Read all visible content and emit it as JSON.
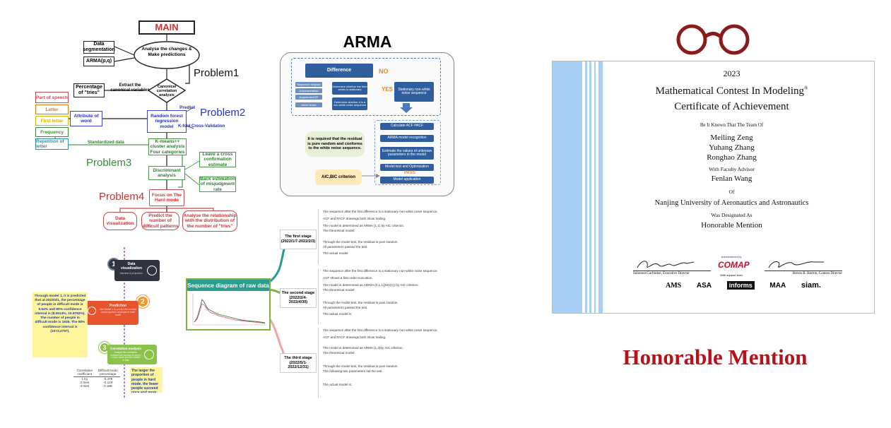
{
  "flowchart": {
    "main": "MAIN",
    "data_segmentation": "Data segmentation",
    "arma_pq": "ARMA(p,q)",
    "analyse_changes": "Analyse the changes & Make predictions",
    "problem1": "Problem1",
    "percentage_tries": "Percentage of \"tries\"",
    "extract_vars": "Extract the canonical variables",
    "canonical_analysis": "Canonical correlation analysis",
    "attributes": [
      "Part of speech",
      "Letter",
      "First letter",
      "Frequency",
      "Repetition of letter"
    ],
    "attribute_of_word": "Attribute of word",
    "random_forest": "Random forest regression model",
    "predict": "Predict",
    "kfold": "K-fold Cross-Validation",
    "problem2": "Problem2",
    "standardized": "Standardized data",
    "kmeans": "K-means++ cluster analysis Four categories",
    "problem3": "Problem3",
    "leave_one": "Leave a cross confirmation estimate",
    "discriminant": "Discriminant analysis",
    "back_estimation": "Back estimation of misjudgment rate",
    "problem4": "Problem4",
    "focus_hard": "Focus on The Hard mode",
    "data_vis": "Data visualization",
    "predict_patterns": "Predict the number of difficult patterns",
    "analyse_relationship": "Analyse the relationship with the distribution of the number of \"tries\""
  },
  "arma": {
    "title": "ARMA",
    "difference": "Difference",
    "no": "NO",
    "yes": "YES",
    "stationary": "Stationary non-white noise sequence",
    "left_items": [
      "Sequence diagram",
      "Autocorrelation",
      "Augmented DF",
      "White Noise"
    ],
    "determine_1": "Determine whether the time series is stationary",
    "determine_2": "Determine whether it is a non-white noise sequence",
    "requirement": "It is required that the residual is pure random and conforms to the white noise sequence.",
    "steps": [
      "Calculate ACF PACF",
      "ARMA model recognition",
      "Estimate the values of unknown parameters in the model",
      "Model test and Optimization",
      "Model application"
    ],
    "pass": "PASS",
    "aic": "AIC,BIC criterion"
  },
  "timeline": {
    "step1_title": "Data visualization",
    "step1_sub": "Hardest & proportion",
    "step2_title": "Prediction",
    "step2_sub": "Use Model 1 to predict the number and proportion of people in hard mode",
    "step3_title": "Correlation analysis",
    "step3_sub": "Analyze the correlation between the number of people in hard mode and the number of tries",
    "note": "Through model 1, it is predicted that at 2023/3/1, the percentage of people in difficult mode is 9.54% and 80% confidence interval is (8.0514%, 10.9782%). The number of people in difficult mode is 1935. The 80% confidence interval is (1073,2797).",
    "conclusion": "The larger the proportion of people in hard mode, the fewer people succeed once and more people after four times",
    "table_headers": [
      "Correlation coefficient",
      "Difficult mode percentage"
    ],
    "table_rows": [
      [
        "1 try",
        "-0.476"
      ],
      [
        "2 tries",
        "-0.129"
      ],
      [
        "4 tries",
        "0.188"
      ]
    ],
    "numbers": [
      "1",
      "2",
      "3"
    ]
  },
  "sequence": {
    "title": "Sequence diagram of raw data",
    "stage1": "The first stage (2022/1/7-2022/2/3)",
    "stage2": "The second stage (2022/2/4-2022/4/30)",
    "stage3": "The third stage (2022/5/1-2022/12/31)",
    "s1_lines": [
      "The sequence after the first difference is a stationary non-white noise sequence.",
      "ACF and PACF drawings both show trailing.",
      "The model is determined as ARMA (1,1) by AIC criterion.",
      "The theoretical model:",
      "Through the model test, the residual is pure random.",
      "All parameters passed the test.",
      "The actual model:"
    ],
    "s2_lines": [
      "The sequence after the first difference is a stationary non-white noise sequence.",
      "ACF shows a first order truncation.",
      "The model is determined as ARIMA (0,1,1)(MA(1)) by AIC criterion.",
      "The theoretical model:",
      "Through the model test, the residual is pure random.",
      "All parameters passed the test.",
      "The actual model is:"
    ],
    "s3_lines": [
      "The sequence after the first difference is a stationary non-white noise sequence.",
      "ACF and PACF drawings both show trailing.",
      "The model is determined as ARMA (1,3)by AIC criterion.",
      "The theoretical model:",
      "Through the model test, the residual is pure random.",
      "The following two parameters fail the test.",
      "The actual model is:"
    ]
  },
  "certificate": {
    "year": "2023",
    "contest": "Mathematical Contest In Modeling",
    "reg": "®",
    "cert_title": "Certificate of Achievement",
    "be_it_known": "Be It Known That The Team Of",
    "members": [
      "Meiling Zeng",
      "Yuhang Zhang",
      "Ronghao Zhang"
    ],
    "with_advisor": "With Faculty Advisor",
    "advisor": "Fenlan Wang",
    "of": "Of",
    "university": "Nanjing University of Aeronautics and Astronautics",
    "designated": "Was Designated As",
    "award": "Honorable Mention",
    "sig_left": "Solomon Garfunkel, Executive Director",
    "sig_right": "Steven B. Horton, Contest Director",
    "administered": "Administered by",
    "comap": "COMAP",
    "support": "With support from",
    "sponsors": [
      "AMS",
      "ASA",
      "informs",
      "MAA",
      "siam."
    ]
  },
  "headline": "Honorable Mention",
  "colors": {
    "accent_red": "#b5121b",
    "problem_blue": "#2233dd",
    "problem_green": "#3a8a3a",
    "problem_red": "#d03030"
  }
}
